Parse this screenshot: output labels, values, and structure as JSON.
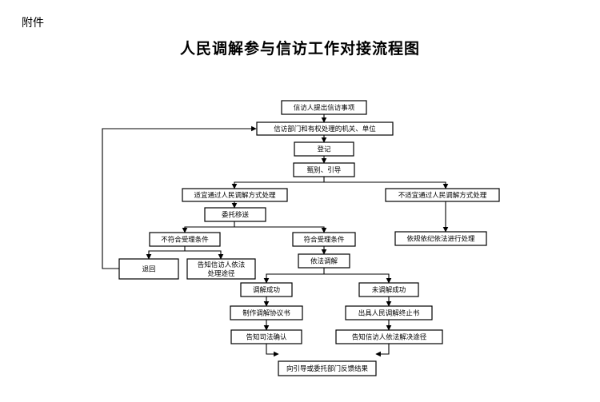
{
  "header": {
    "attachment_label": "附件",
    "title": "人民调解参与信访工作对接流程图"
  },
  "nodes": {
    "submit": "信访人提出信访事项",
    "dept": "信访部门和有权处理的机关、单位",
    "register": "登记",
    "screen": "甄别、引导",
    "suitable": "适宜通过人民调解方式处理",
    "unsuitable": "不适宜通过人民调解方式处理",
    "entrust": "委托移送",
    "not_meet": "不符合受理条件",
    "meet": "符合受理条件",
    "legal_handle": "依规依纪依法进行处理",
    "return": "退回",
    "inform_line1": "告知信访人依法",
    "inform_line2": "处理途径",
    "mediate": "依法调解",
    "success": "调解成功",
    "fail": "未调解成功",
    "agreement": "制作调解协议书",
    "termination": "出具人民调解终止书",
    "judicial": "告知司法确认",
    "inform_resolve": "告知信访人依法解决途径",
    "feedback": "向引导或委托部门反馈结果"
  }
}
